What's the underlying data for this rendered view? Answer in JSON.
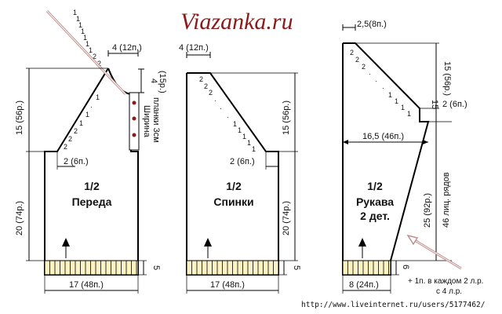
{
  "site_title": "Viazanka.ru",
  "source_url": "http://www.liveinternet.ru/users/5177462/",
  "front": {
    "name_line1": "1/2",
    "name_line2": "Переда",
    "top_width": "4  (12п.)",
    "raglan_height": "15  (56р.)",
    "underarm": "2  (6п.)",
    "body_height": "20  (74р.)",
    "rib_height": "5",
    "bottom_width": "17  (48п.)",
    "neck_depth": "4",
    "neck_rows": "(15р.)",
    "placket_note_1": "Ширина",
    "placket_note_2": "планки 3см",
    "raglan_sequence": [
      "2",
      "1",
      "1",
      "1",
      "1",
      "1",
      "1",
      "1",
      "1",
      "2"
    ],
    "raglan_sequence_lower": [
      "2",
      "2",
      "1",
      "1",
      "2"
    ]
  },
  "back": {
    "name_line1": "1/2",
    "name_line2": "Спинки",
    "top_width": "4  (12п.)",
    "raglan_height": "15  (56р.)",
    "underarm": "2  (6п.)",
    "body_height": "20  (74р.)",
    "rib_height": "5",
    "bottom_width": "17  (48п.)",
    "raglan_sequence": [
      "2",
      "2",
      "2",
      "1",
      "1",
      "1",
      "1",
      "1"
    ]
  },
  "sleeve": {
    "name_line1": "1/2",
    "name_line2": "Рукава",
    "name_line3": "2 дет.",
    "top_width": "2,5(8п.)",
    "raglan_height": "15  (56р.)",
    "cap_step": "2  (6п.)",
    "width": "16,5  (46п.)",
    "length": "25  (92р.)",
    "length_rows": "46 лиц. рядов",
    "rib_height": "6",
    "bottom_width": "8  (24п.)",
    "increase_note_1": "+ 1п. в каждом 2 л.р.",
    "increase_note_2": "с 4 л.р.",
    "raglan_sequence": [
      "2",
      "2",
      "2",
      "1",
      "1",
      "1",
      "1"
    ]
  },
  "colors": {
    "title": "#8b1a1a",
    "rib_fill": "#fbf3c4",
    "placket_dot": "#8b1a1a",
    "pointer": "#c09090"
  }
}
